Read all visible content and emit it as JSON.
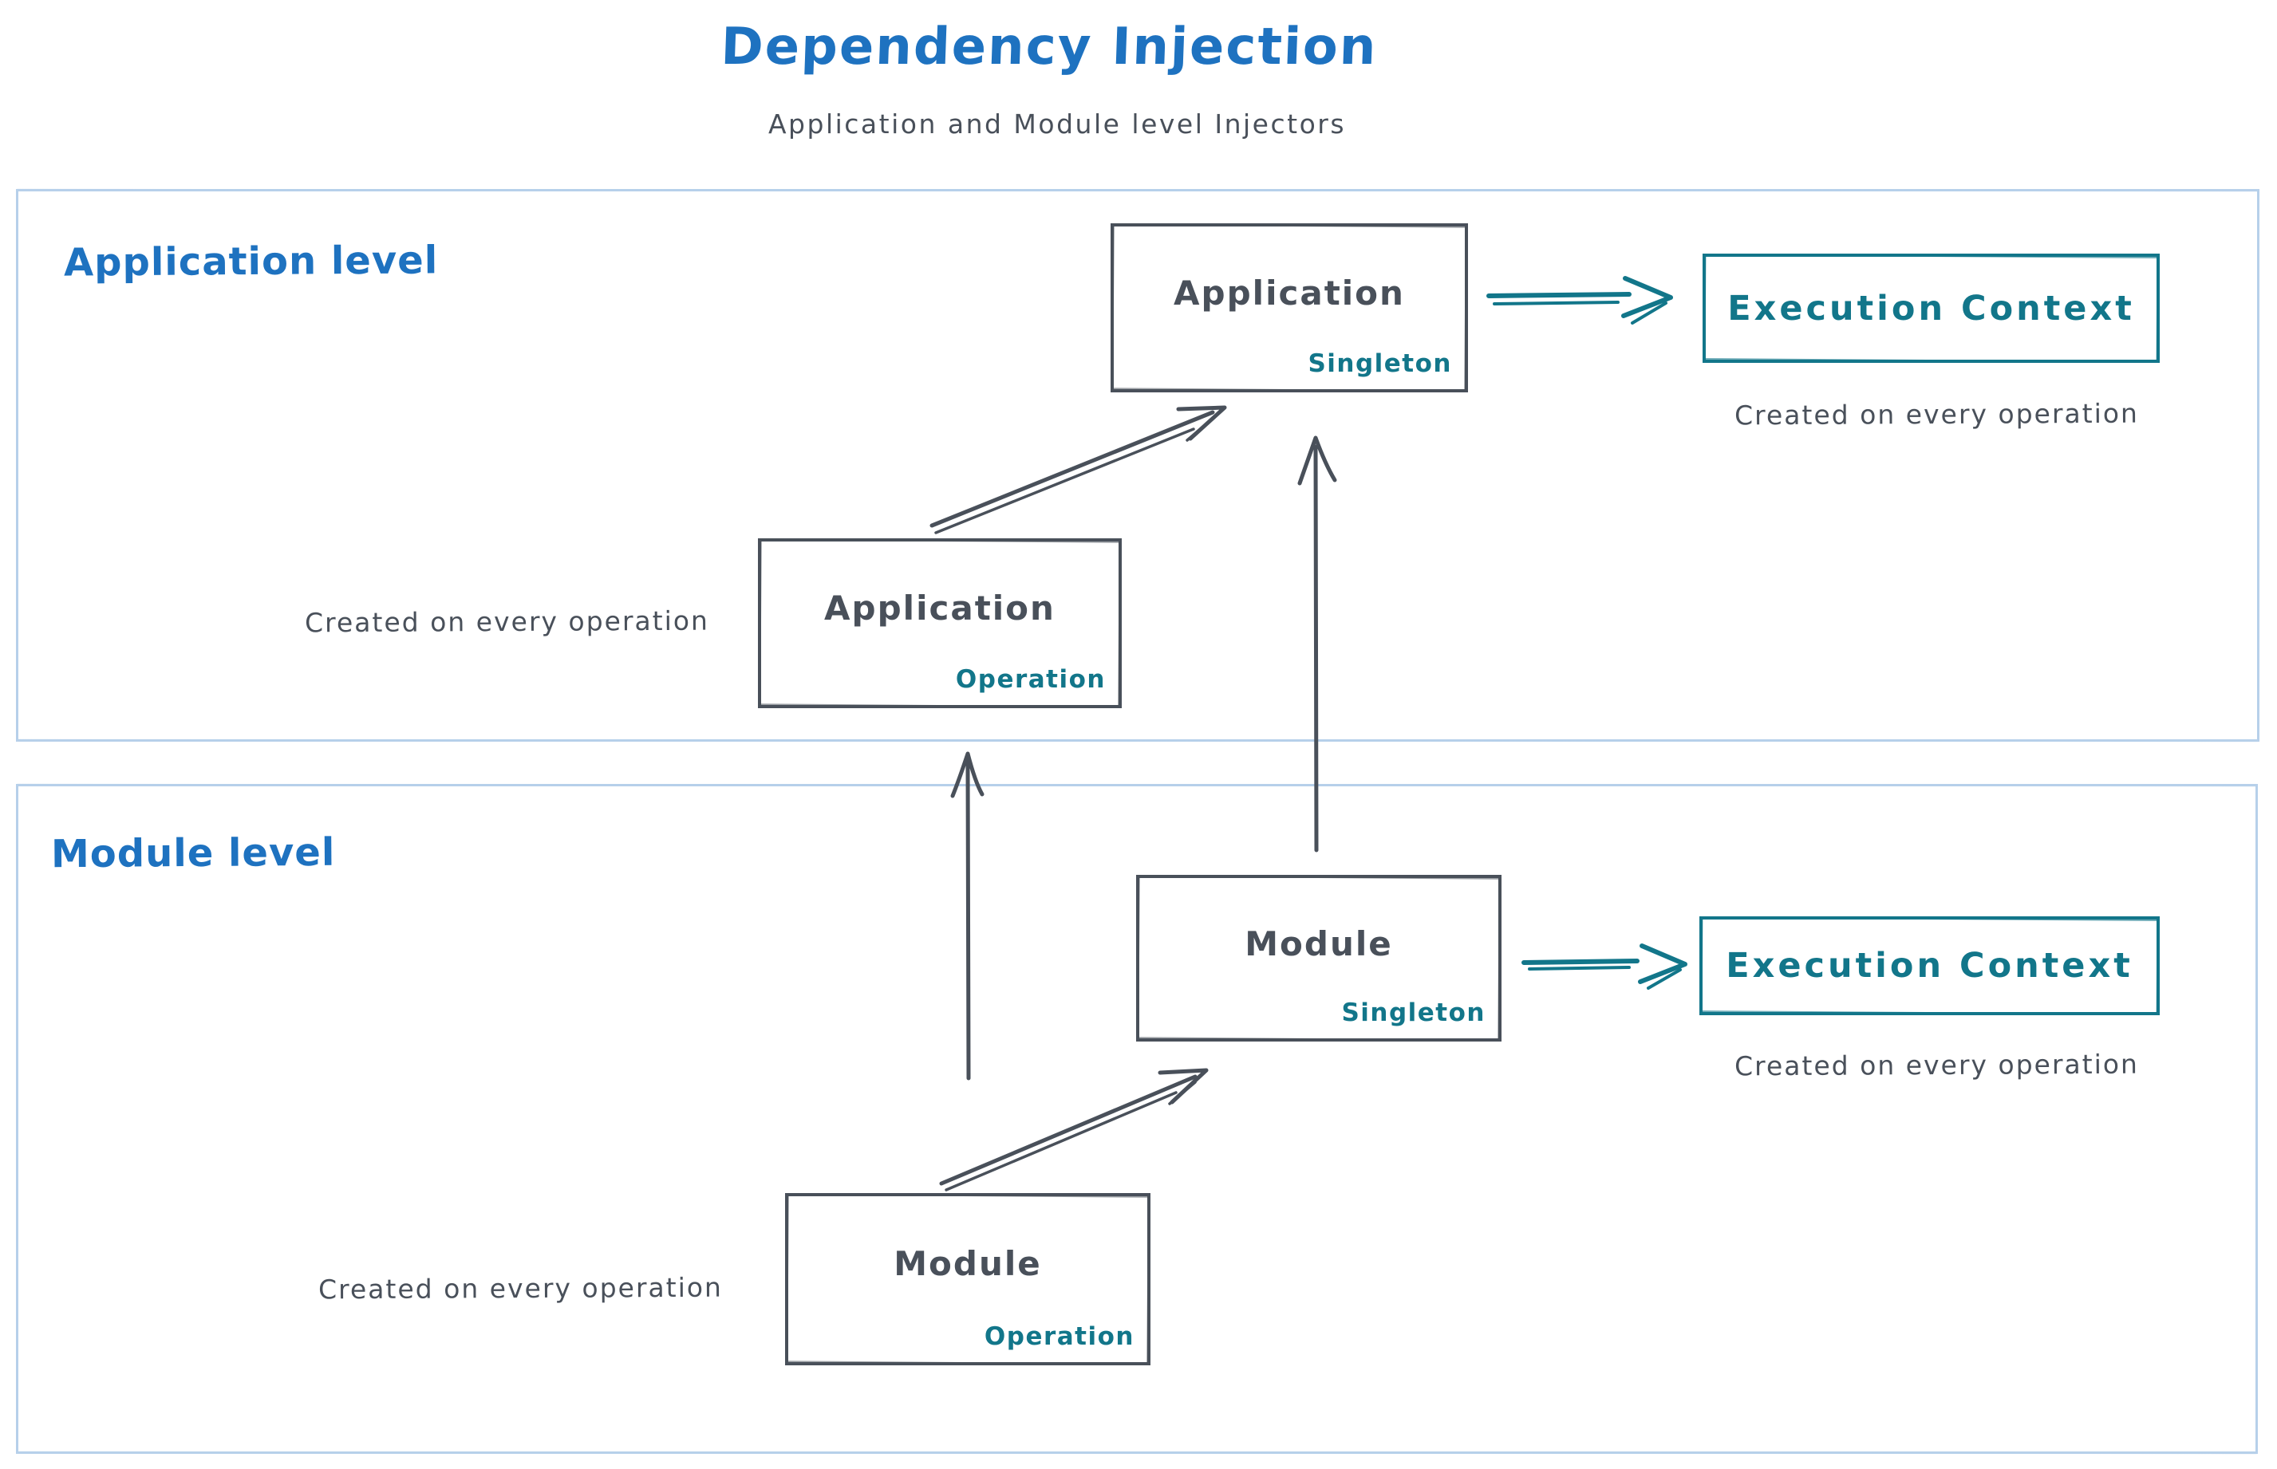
{
  "colors": {
    "title_blue": "#1e72c0",
    "ink_slate": "#49505a",
    "teal": "#12768a",
    "frame_blue": "#b7d0ea",
    "background": "#ffffff"
  },
  "header": {
    "title": "Dependency Injection",
    "subtitle": "Application and Module level Injectors"
  },
  "sections": {
    "application": {
      "label": "Application level"
    },
    "module": {
      "label": "Module level"
    }
  },
  "nodes": {
    "app_singleton": {
      "title": "Application",
      "badge": "Singleton"
    },
    "app_operation": {
      "title": "Application",
      "badge": "Operation"
    },
    "module_singleton": {
      "title": "Module",
      "badge": "Singleton"
    },
    "module_operation": {
      "title": "Module",
      "badge": "Operation"
    },
    "exec_context_app": {
      "title": "Execution Context"
    },
    "exec_context_module": {
      "title": "Execution Context"
    }
  },
  "captions": {
    "app_operation_note": "Created on every operation",
    "app_exec_note": "Created on every operation",
    "module_operation_note": "Created on every operation",
    "module_exec_note": "Created on every operation"
  },
  "arrows": [
    {
      "name": "app-operation-to-app-singleton"
    },
    {
      "name": "module-singleton-to-app-singleton"
    },
    {
      "name": "module-operation-to-app-operation"
    },
    {
      "name": "module-operation-to-module-singleton"
    },
    {
      "name": "app-singleton-to-execution-context"
    },
    {
      "name": "module-singleton-to-execution-context"
    }
  ]
}
